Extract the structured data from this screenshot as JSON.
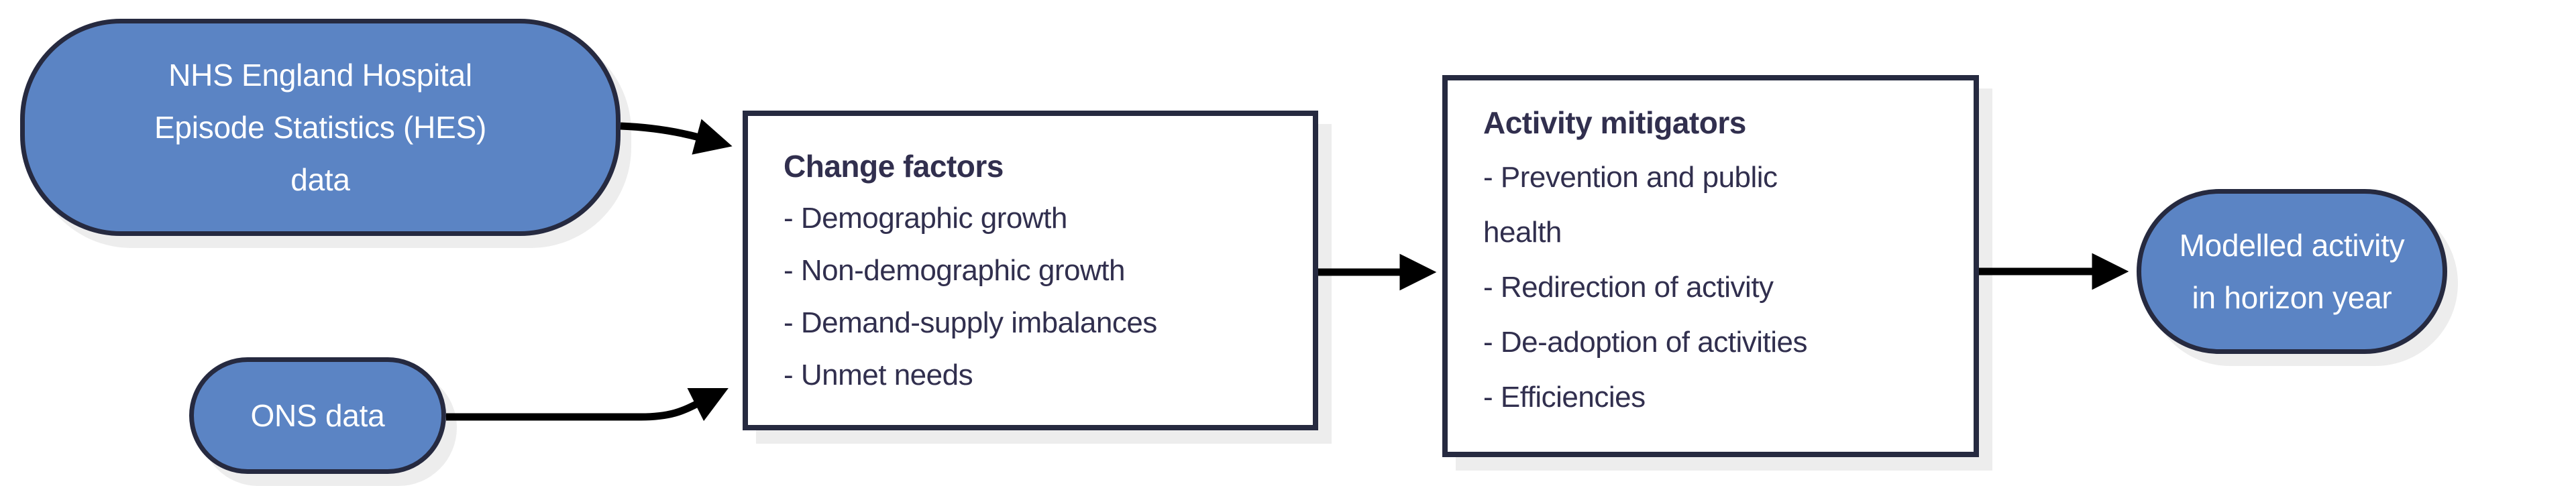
{
  "diagram": {
    "background": "#ffffff",
    "colors": {
      "source_node_fill": "#5b84c4",
      "node_border": "#262a40",
      "source_node_text": "#ffffff",
      "process_box_fill": "#ffffff",
      "process_box_text": "#312f4e",
      "arrow": "#000000",
      "shadow": "#ededed"
    }
  },
  "nodes": {
    "hes": {
      "line1": "NHS England Hospital",
      "line2": "Episode Statistics (HES)",
      "line3": "data"
    },
    "ons": {
      "label": "ONS data"
    },
    "change_factors": {
      "title": "Change factors",
      "items": [
        "- Demographic growth",
        "- Non-demographic growth",
        "- Demand-supply imbalances",
        "- Unmet needs"
      ]
    },
    "activity_mitigators": {
      "title": "Activity mitigators",
      "items": [
        "- Prevention and public\nhealth",
        "- Redirection of activity",
        "- De-adoption of activities",
        "- Efficiencies"
      ]
    },
    "modelled": {
      "line1": "Modelled activity",
      "line2": "in horizon year"
    }
  },
  "edges": [
    {
      "from": "hes",
      "to": "change_factors"
    },
    {
      "from": "ons",
      "to": "change_factors"
    },
    {
      "from": "change_factors",
      "to": "activity_mitigators"
    },
    {
      "from": "activity_mitigators",
      "to": "modelled"
    }
  ]
}
